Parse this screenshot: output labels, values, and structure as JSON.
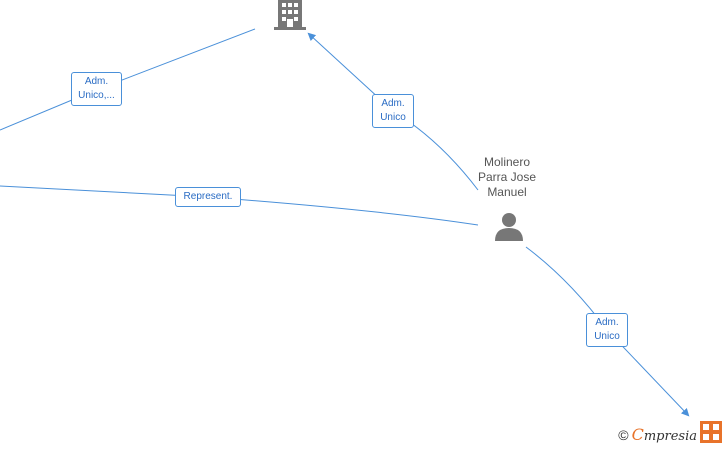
{
  "nodes": {
    "company": {
      "type": "building-icon"
    },
    "person": {
      "name_lines": [
        "Molinero",
        "Parra Jose",
        "Manuel"
      ],
      "type": "person-icon"
    }
  },
  "edges": {
    "adm_unico_left": {
      "line1": "Adm.",
      "line2": "Unico,..."
    },
    "adm_unico_top": {
      "line1": "Adm.",
      "line2": "Unico"
    },
    "represent": {
      "line1": "Represent."
    },
    "adm_unico_bottom": {
      "line1": "Adm.",
      "line2": "Unico"
    }
  },
  "colors": {
    "edge": "#4a90d9",
    "label_text": "#2a6cc4",
    "icon": "#777777",
    "brand_accent": "#e8732a"
  },
  "footer": {
    "copyright": "©",
    "brand_first": "C",
    "brand_rest": "mpresia"
  }
}
